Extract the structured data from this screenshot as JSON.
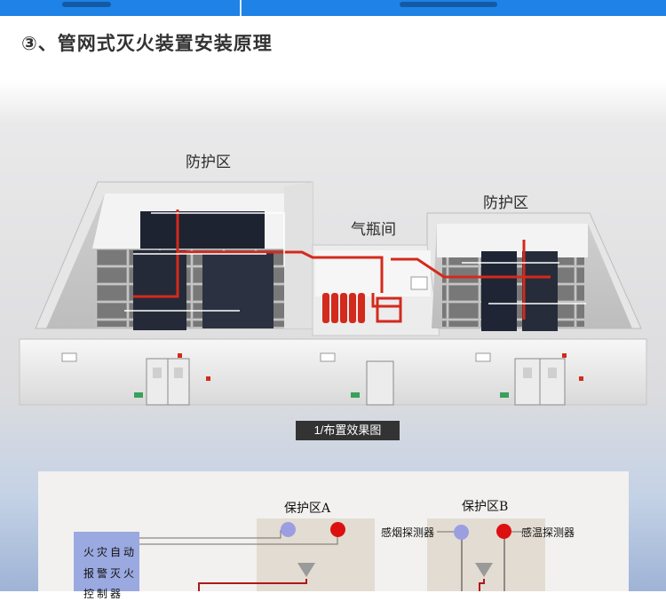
{
  "heading": "③、管网式灭火装置安装原理",
  "zones": {
    "left": "防护区",
    "middle": "气瓶间",
    "right": "防护区"
  },
  "caption": "1/布置效果图",
  "diagram": {
    "zone_a": "保护区A",
    "zone_b": "保护区B",
    "smoke_detector": "感烟探测器",
    "heat_detector": "感温探测器",
    "controller_lines": [
      "火灾自动",
      "报警灭火",
      "控制器"
    ]
  },
  "colors": {
    "top_bar": "#1e82e6",
    "pipe": "#d42a1c",
    "controller": "#9aa9e0",
    "smoke_detector": "#9c9ee2",
    "heat_detector": "#dc1010"
  }
}
